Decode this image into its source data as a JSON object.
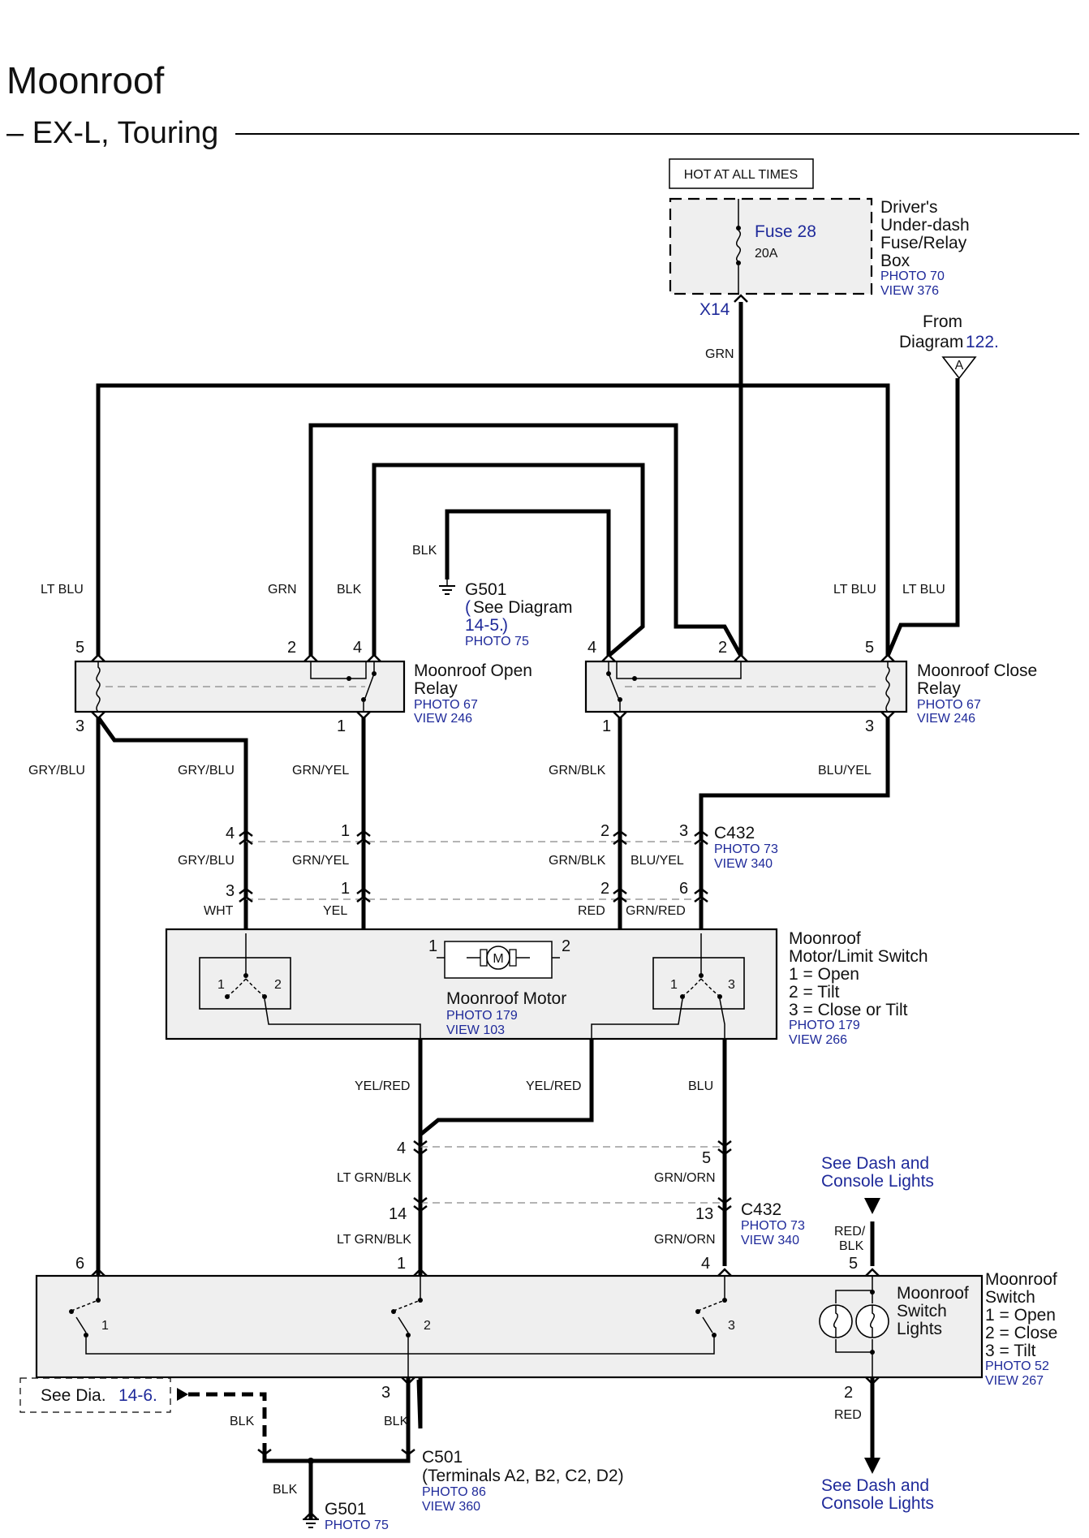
{
  "header": {
    "title": "Moonroof",
    "subtitle": "– EX-L, Touring"
  },
  "fusebox": {
    "hot_label": "HOT AT ALL TIMES",
    "fuse_name": "Fuse 28",
    "fuse_rating": "20A",
    "name_lines": [
      "Driver's",
      "Under-dash",
      "Fuse/Relay",
      "Box"
    ],
    "photo": "PHOTO 70",
    "view": "VIEW 376",
    "terminal": "X14"
  },
  "from_diagram": {
    "line1": "From",
    "line2": "Diagram",
    "num": "122.",
    "connector": "A"
  },
  "ground_g501_top": {
    "name": "G501",
    "see_open": "(",
    "see_text": "See Diagram",
    "see_link": "14-5.",
    "see_close": ")",
    "photo": "PHOTO 75"
  },
  "open_relay": {
    "name_lines": [
      "Moonroof Open",
      "Relay"
    ],
    "photo": "PHOTO 67",
    "view": "VIEW 246"
  },
  "close_relay": {
    "name_lines": [
      "Moonroof Close",
      "Relay"
    ],
    "photo": "PHOTO 67",
    "view": "VIEW 246"
  },
  "c432_upper": {
    "name": "C432",
    "photo": "PHOTO 73",
    "view": "VIEW 340"
  },
  "c432_lower": {
    "name": "C432",
    "photo": "PHOTO 73",
    "view": "VIEW 340"
  },
  "motor_assembly": {
    "name_lines": [
      "Moonroof",
      "Motor/Limit Switch",
      "1 = Open",
      "2 = Tilt",
      "3 = Close or Tilt"
    ],
    "photo": "PHOTO 179",
    "view": "VIEW 266",
    "motor_name": "Moonroof Motor",
    "motor_photo": "PHOTO 179",
    "motor_view": "VIEW 103",
    "motor_symbol": "M"
  },
  "switch": {
    "name_lines": [
      "Moonroof",
      "Switch",
      "1 = Open",
      "2 = Close",
      "3 = Tilt"
    ],
    "photo": "PHOTO 52",
    "view": "VIEW 267",
    "lights_lines": [
      "Moonroof",
      "Switch",
      "Lights"
    ]
  },
  "dash_lights_top": [
    "See Dash and",
    "Console Lights"
  ],
  "dash_lights_bottom": [
    "See Dash and",
    "Console Lights"
  ],
  "see_dia": {
    "text": "See  Dia.",
    "link": "14-6."
  },
  "c501": {
    "name": "C501",
    "terminals": "(Terminals A2, B2, C2, D2)",
    "photo": "PHOTO 86",
    "view": "VIEW 360"
  },
  "ground_g501_bottom": {
    "name": "G501",
    "photo": "PHOTO 75"
  },
  "wire_colors": {
    "grn_fuse": "GRN",
    "ltblu_left": "LT BLU",
    "grn_relay": "GRN",
    "blk_relay": "BLK",
    "blk_ground": "BLK",
    "ltblu_close1": "LT BLU",
    "ltblu_close2": "LT BLU",
    "grayblu_1": "GRY/BLU",
    "grayblu_2": "GRY/BLU",
    "grnyel_1": "GRN/YEL",
    "grnblk_1": "GRN/BLK",
    "bluyel_1": "BLU/YEL",
    "grayblu_3": "GRY/BLU",
    "grnyel_2": "GRN/YEL",
    "grnblk_2": "GRN/BLK",
    "bluyel_2": "BLU/YEL",
    "wht": "WHT",
    "yel": "YEL",
    "red_motor": "RED",
    "grnred": "GRN/RED",
    "yelred_1": "YEL/RED",
    "yelred_2": "YEL/RED",
    "blu": "BLU",
    "ltgrnblk_1": "LT GRN/BLK",
    "grnorn_1": "GRN/ORN",
    "ltgrnblk_2": "LT GRN/BLK",
    "grnorn_2": "GRN/ORN",
    "redblk_1": "RED/",
    "redblk_2": "BLK",
    "red_bottom": "RED",
    "blk_c501": "BLK",
    "blk_see": "BLK",
    "blk_g501": "BLK"
  },
  "pins": {
    "or5": "5",
    "or2": "2",
    "or4": "4",
    "or3": "3",
    "or1": "1",
    "cr4": "4",
    "cr2": "2",
    "cr5": "5",
    "cr1": "1",
    "cr3": "3",
    "cu4": "4",
    "cu1": "1",
    "cu2": "2",
    "cu3": "3",
    "cl3": "3",
    "cl1": "1",
    "cl2": "2",
    "cl6": "6",
    "m1": "1",
    "m2": "2",
    "ls1a": "1",
    "ls2a": "2",
    "ls1b": "1",
    "ls3b": "3",
    "c4": "4",
    "c5": "5",
    "c14": "14",
    "c13": "13",
    "s6": "6",
    "s1": "1",
    "s4": "4",
    "s5": "5",
    "s3": "3",
    "s2": "2",
    "sw1": "1",
    "sw2": "2",
    "sw3": "3"
  }
}
